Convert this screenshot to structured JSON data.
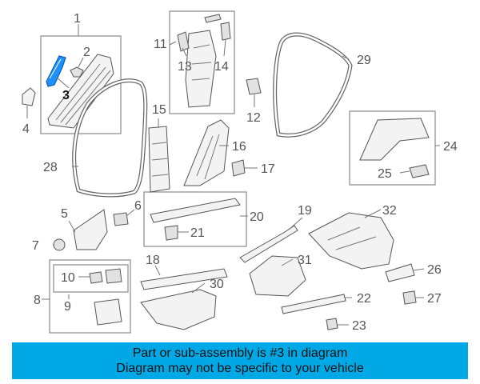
{
  "callouts": [
    "1",
    "2",
    "3",
    "4",
    "5",
    "6",
    "7",
    "8",
    "9",
    "10",
    "11",
    "12",
    "13",
    "14",
    "15",
    "16",
    "17",
    "18",
    "19",
    "20",
    "21",
    "22",
    "23",
    "24",
    "25",
    "26",
    "27",
    "28",
    "29",
    "30",
    "31",
    "32"
  ],
  "highlight_color": "#1e90ff",
  "banner_color": "#00a9e6",
  "footer": {
    "line1": "Part or sub-assembly is #3 in diagram",
    "line2": "Diagram may not be specific to your vehicle"
  }
}
